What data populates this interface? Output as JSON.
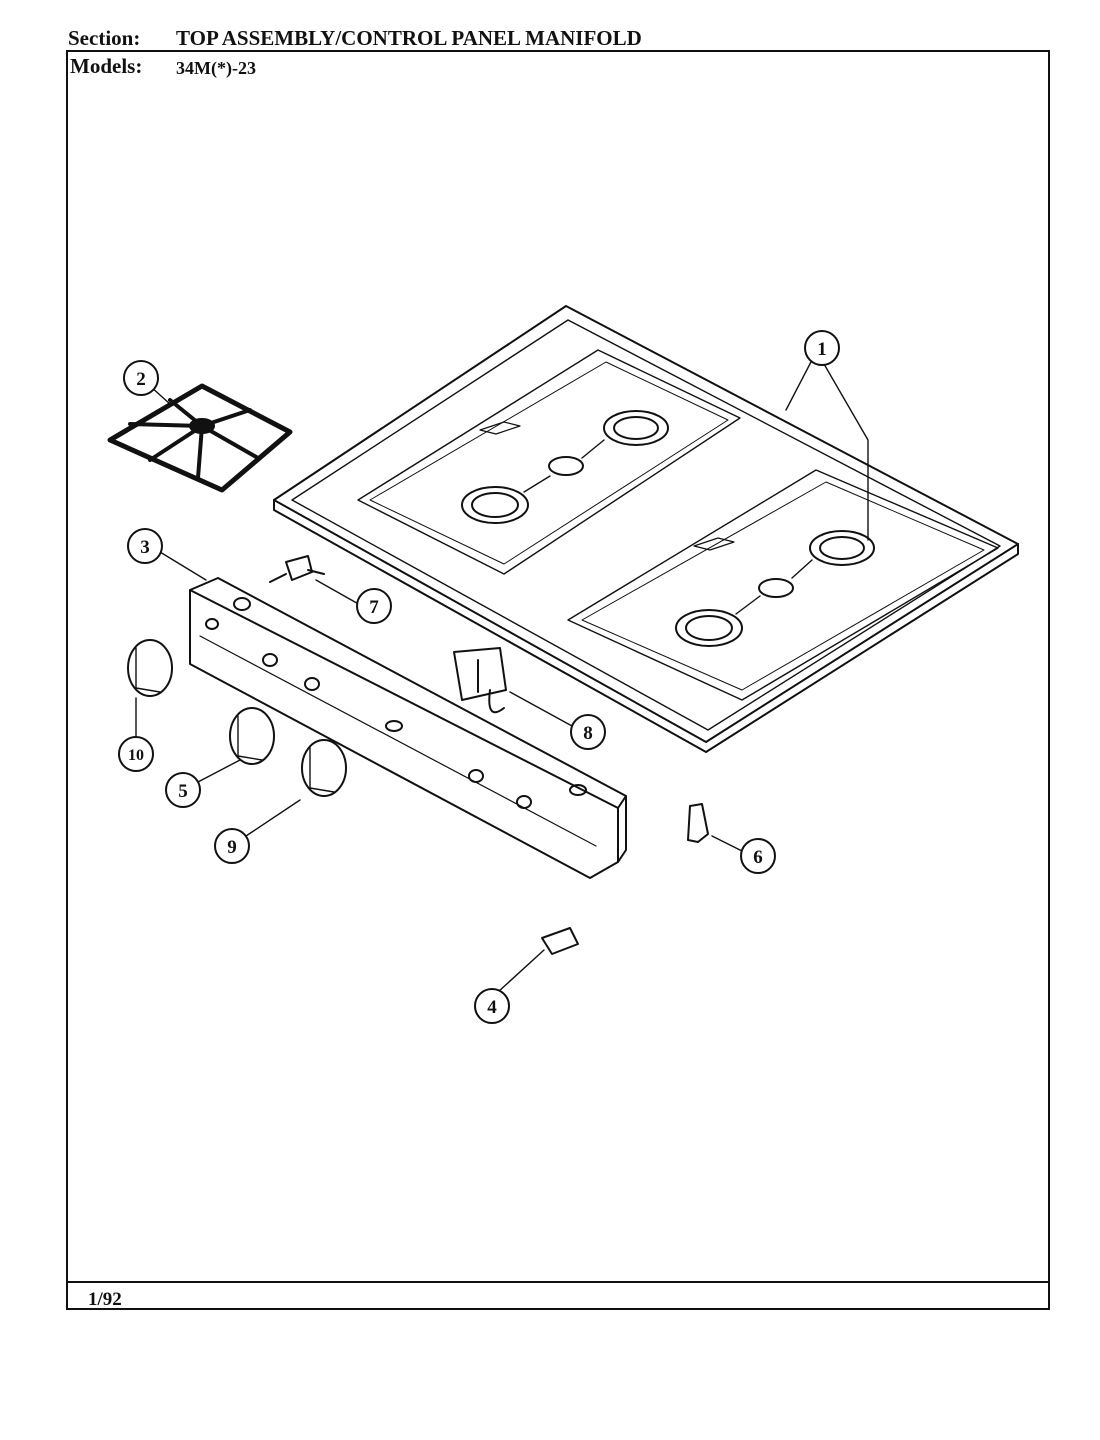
{
  "header": {
    "section_label": "Section:",
    "section_title": "TOP ASSEMBLY/CONTROL PANEL MANIFOLD",
    "models_label": "Models:",
    "models_value": "34M(*)-23"
  },
  "callouts": [
    "1",
    "2",
    "3",
    "4",
    "5",
    "6",
    "7",
    "8",
    "9",
    "10"
  ],
  "footer": {
    "date": "1/92"
  }
}
